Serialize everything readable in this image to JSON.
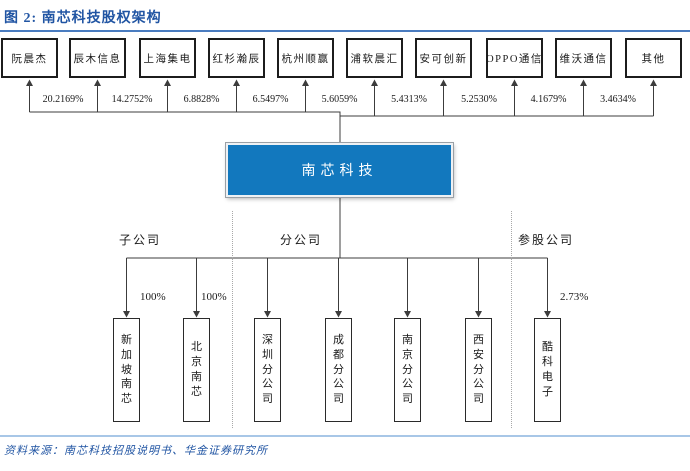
{
  "figure": {
    "title": "图 2: 南芯科技股权架构",
    "source": "资料来源：南芯科技招股说明书、华金证券研究所"
  },
  "company": {
    "name": "南芯科技"
  },
  "shareholders": [
    {
      "name": "阮晨杰",
      "pct": "20.2169%"
    },
    {
      "name": "辰木信息",
      "pct": "14.2752%"
    },
    {
      "name": "上海集电",
      "pct": "6.8828%"
    },
    {
      "name": "红杉瀚辰",
      "pct": "6.5497%"
    },
    {
      "name": "杭州顺赢",
      "pct": "5.6059%"
    },
    {
      "name": "浦软晨汇",
      "pct": "5.4313%"
    },
    {
      "name": "安可创新",
      "pct": "5.2530%"
    },
    {
      "name": "OPPO通信",
      "pct": "4.1679%"
    },
    {
      "name": "维沃通信",
      "pct": "3.4634%"
    },
    {
      "name": "其他",
      "pct": ""
    }
  ],
  "sections": [
    {
      "label": "子公司"
    },
    {
      "label": "分公司"
    },
    {
      "label": "参股公司"
    }
  ],
  "entities": [
    {
      "name": "新加坡南芯",
      "pct": "100%"
    },
    {
      "name": "北京南芯",
      "pct": "100%"
    },
    {
      "name": "深圳分公司",
      "pct": ""
    },
    {
      "name": "成都分公司",
      "pct": ""
    },
    {
      "name": "南京分公司",
      "pct": ""
    },
    {
      "name": "西安分公司",
      "pct": ""
    },
    {
      "name": "酷科电子",
      "pct": "2.73%"
    }
  ],
  "colors": {
    "parent_box_fill": "#1278be",
    "parent_box_text": "#ffffff",
    "title_text": "#2155a3",
    "title_rule": "#4a7cc0",
    "footer_rule": "#a8c7e7",
    "connector": "#3c3c3c"
  }
}
